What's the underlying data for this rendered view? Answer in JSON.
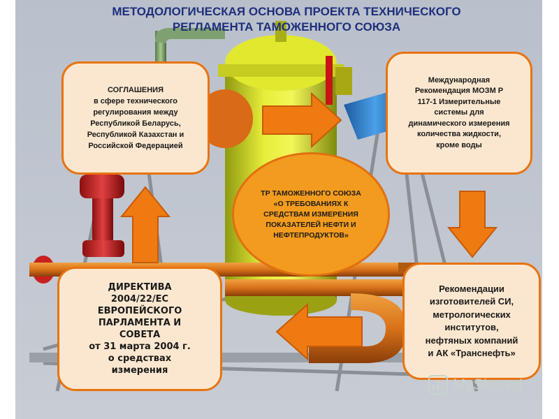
{
  "title": "МЕТОДОЛОГИЧЕСКАЯ ОСНОВА ПРОЕКТА ТЕХНИЧЕСКОГО\nРЕГЛАМЕНТА ТАМОЖЕННОГО СОЮЗА",
  "boxes": {
    "agreement": "СОГЛАШЕНИЯ\nв сфере технического\nрегулирования между\nРеспубликой Беларусь,\nРеспубликой Казахстан и\nРоссийской Федерацией",
    "oiml": "Международная\nРекомендация МОЗМ Р\n117-1 Измерительные\nсистемы для\nдинамического измерения\nколичества жидкости,\nкроме воды",
    "directive": "ДИРЕКТИВА\n2004/22/ЕС\nЕВРОПЕЙСКОГО\nПАРЛАМЕНТА И\nСОВЕТА\nот 31 марта 2004 г.\nо средствах\nизмерения",
    "recommendations": "Рекомендации\nизготовителей СИ,\nметрологических\nинститутов,\nнефтяных компаний\nи АК «Транснефть»"
  },
  "center": "ТР ТАМОЖЕННОГО СОЮЗА\n«О ТРЕБОВАНИЯХ К\nСРЕДСТВАМ ИЗМЕРЕНИЯ\nПОКАЗАТЕЛЕЙ НЕФТИ И\nНЕФТЕПРОДУКТОВ»",
  "watermark": "MyShared",
  "colors": {
    "box_fill": "#fbe7cf",
    "box_border": "#e8730e",
    "center_fill": "#f39b1e",
    "arrow": "#ef7a12",
    "title": "#1f2f7a"
  }
}
